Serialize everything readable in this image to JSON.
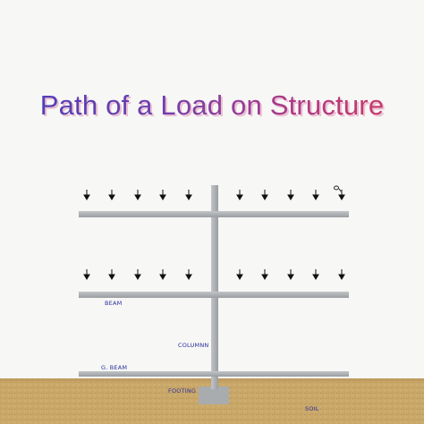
{
  "title": "Path of a Load on Structure",
  "labels": {
    "beam": "BEAM",
    "column": "COLUMNN",
    "g_beam": "G. BEAM",
    "footing": "FOOTING",
    "soil": "SOIL"
  },
  "colors": {
    "title_start": "#4a3fb5",
    "title_end": "#d23a5a",
    "structure": "#a9acaf",
    "label": "#2a2fa0",
    "soil": "#c9a869"
  }
}
